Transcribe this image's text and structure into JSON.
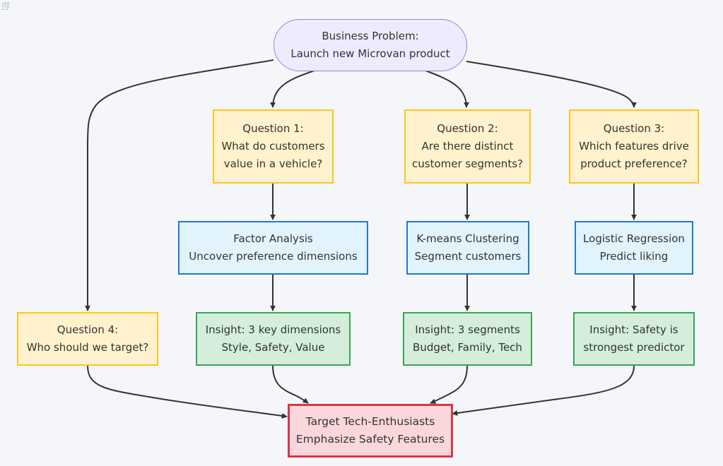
{
  "diagram": {
    "type": "flowchart",
    "nodes": {
      "start": {
        "lines": [
          "Business Problem:",
          "Launch new Microvan product"
        ],
        "shape": "stadium"
      },
      "q1": {
        "lines": [
          "Question 1:",
          "What do customers",
          "value in a vehicle?"
        ],
        "shape": "rect"
      },
      "q2": {
        "lines": [
          "Question 2:",
          "Are there distinct",
          "customer segments?"
        ],
        "shape": "rect"
      },
      "q3": {
        "lines": [
          "Question 3:",
          "Which features drive",
          "product preference?"
        ],
        "shape": "rect"
      },
      "q4": {
        "lines": [
          "Question 4:",
          "Who should we target?"
        ],
        "shape": "rect"
      },
      "m1": {
        "lines": [
          "Factor Analysis",
          "Uncover preference dimensions"
        ],
        "shape": "rect"
      },
      "m2": {
        "lines": [
          "K-means Clustering",
          "Segment customers"
        ],
        "shape": "rect"
      },
      "m3": {
        "lines": [
          "Logistic Regression",
          "Predict liking"
        ],
        "shape": "rect"
      },
      "i1": {
        "lines": [
          "Insight: 3 key dimensions",
          "Style, Safety, Value"
        ],
        "shape": "rect"
      },
      "i2": {
        "lines": [
          "Insight: 3 segments",
          "Budget, Family, Tech"
        ],
        "shape": "rect"
      },
      "i3": {
        "lines": [
          "Insight: Safety is",
          "strongest predictor"
        ],
        "shape": "rect"
      },
      "target": {
        "lines": [
          "Target Tech-Enthusiasts",
          "Emphasize Safety Features"
        ],
        "shape": "rect"
      }
    },
    "edges": [
      [
        "start",
        "q1"
      ],
      [
        "start",
        "q2"
      ],
      [
        "start",
        "q3"
      ],
      [
        "start",
        "q4"
      ],
      [
        "q1",
        "m1"
      ],
      [
        "q2",
        "m2"
      ],
      [
        "q3",
        "m3"
      ],
      [
        "m1",
        "i1"
      ],
      [
        "m2",
        "i2"
      ],
      [
        "m3",
        "i3"
      ],
      [
        "q4",
        "target"
      ],
      [
        "i1",
        "target"
      ],
      [
        "i2",
        "target"
      ],
      [
        "i3",
        "target"
      ]
    ],
    "colors": {
      "start_fill": "#ececfe",
      "start_stroke": "#9c7fdc",
      "question_fill": "#fff2cc",
      "question_stroke": "#ffc51f",
      "method_fill": "#e1f3fc",
      "method_stroke": "#1f78d1",
      "insight_fill": "#d4eedb",
      "insight_stroke": "#34a853",
      "target_fill": "#fbd7dc",
      "target_stroke": "#dc3545",
      "edge": "#333333"
    }
  }
}
